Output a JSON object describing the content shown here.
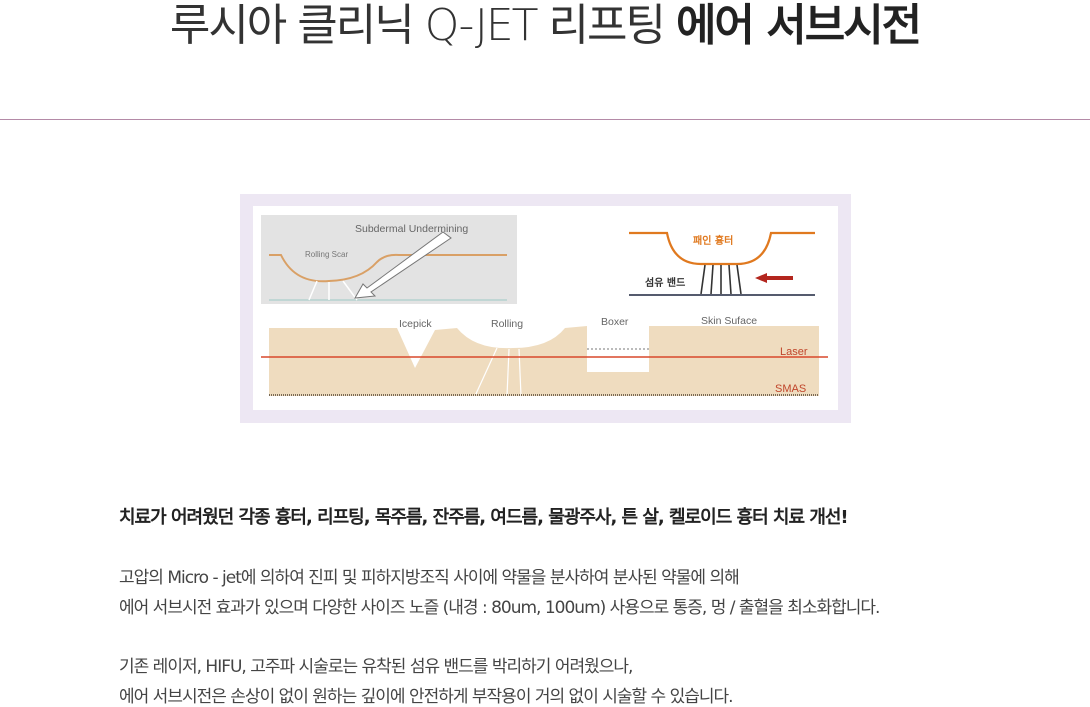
{
  "header": {
    "title_light": "루시아 클리닉 Q-JET 리프팅 ",
    "title_bold": "에어 서브시전"
  },
  "diagram": {
    "subdermal_label": "Subdermal Undermining",
    "rolling_scar_label": "Rolling Scar",
    "pain_scar_label": "패인 흉터",
    "fiber_band_label": "섬유 밴드",
    "icepick_label": "Icepick",
    "rolling_label": "Rolling",
    "boxer_label": "Boxer",
    "skin_surface_label": "Skin Suface",
    "laser_label": "Laser",
    "smas_label": "SMAS",
    "colors": {
      "skin": "#efdcbf",
      "laser_line": "#d9482b",
      "scar_orange": "#e0791f",
      "arrow_red": "#b3261e",
      "panel_gray": "#e3e3e3"
    }
  },
  "content": {
    "headline": "치료가 어려웠던 각종 흉터, 리프팅, 목주름, 잔주름, 여드름, 물광주사, 튼 살, 켈로이드 흉터 치료 개선!",
    "paragraph1_line1": "고압의 Micro - jet에 의하여 진피 및 피하지방조직 사이에 약물을 분사하여 분사된 약물에 의해",
    "paragraph1_line2": "에어 서브시전 효과가 있으며 다양한 사이즈 노즐 (내경 : 80um, 100um) 사용으로 통증, 멍 / 출혈을 최소화합니다.",
    "paragraph2_line1": "기존 레이저, HIFU, 고주파 시술로는 유착된 섬유 밴드를 박리하기 어려웠으나,",
    "paragraph2_line2": "에어 서브시전은 손상이 없이 원하는 깊이에 안전하게 부작용이 거의 없이 시술할 수 있습니다."
  }
}
